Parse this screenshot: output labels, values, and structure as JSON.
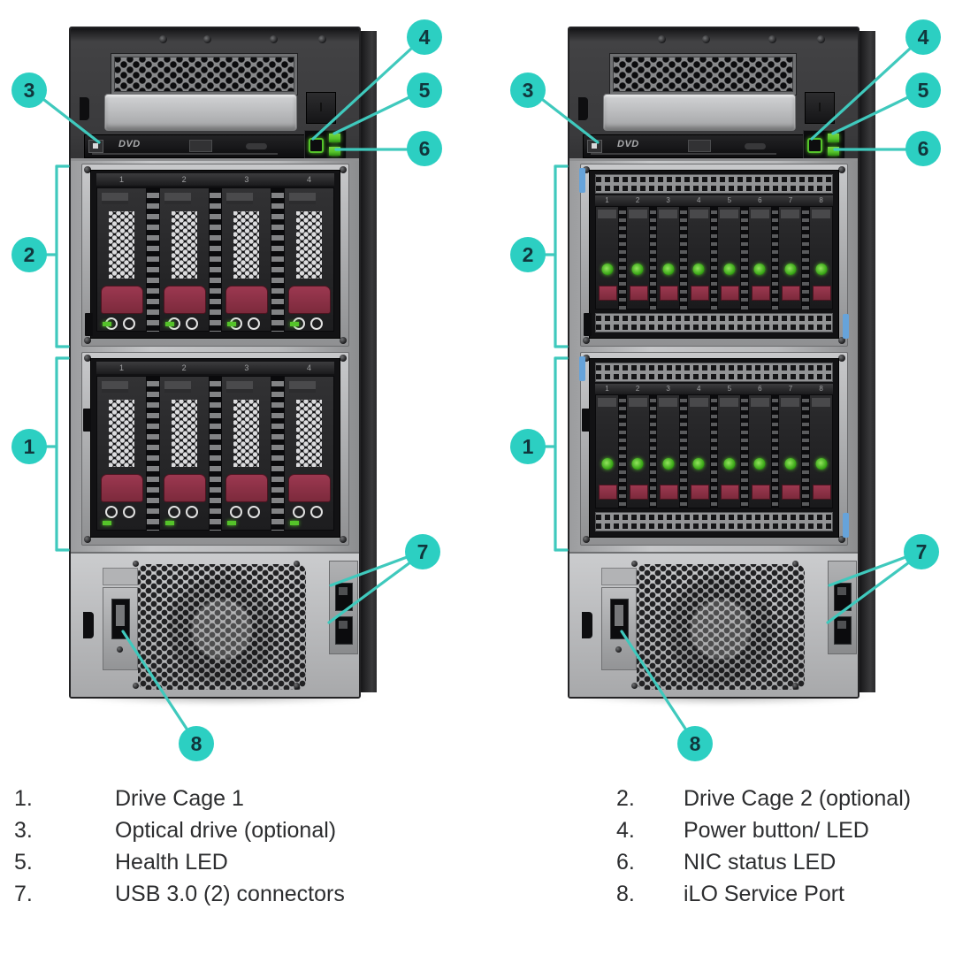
{
  "callouts": [
    "1",
    "2",
    "3",
    "4",
    "5",
    "6",
    "7",
    "8"
  ],
  "towers": [
    {
      "id": "left",
      "drive_type": "lff",
      "optical_label": "DVD",
      "bay_numbers": [
        "1",
        "2",
        "3",
        "4"
      ]
    },
    {
      "id": "right",
      "drive_type": "sff",
      "optical_label": "DVD",
      "bay_numbers": [
        "1",
        "2",
        "3",
        "4",
        "5",
        "6",
        "7",
        "8"
      ]
    }
  ],
  "legend": {
    "rows": [
      {
        "left_num": "1.",
        "left_label": "Drive Cage 1",
        "right_num": "2.",
        "right_label": "Drive Cage 2 (optional)"
      },
      {
        "left_num": "3.",
        "left_label": "Optical drive (optional)",
        "right_num": "4.",
        "right_label": "Power button/ LED"
      },
      {
        "left_num": "5.",
        "left_label": "Health LED",
        "right_num": "6.",
        "right_label": "NIC status LED"
      },
      {
        "left_num": "7.",
        "left_label": "USB 3.0 (2) connectors",
        "right_num": "8.",
        "right_label": "iLO Service Port"
      }
    ]
  },
  "colors": {
    "callout_teal": "#2ccfc2",
    "leader_teal": "#3fc9bd",
    "callout_number_text": "#11363c",
    "led_green": "#55c32a",
    "latch_red": "#9c3850",
    "clip_blue": "#66a3da"
  }
}
